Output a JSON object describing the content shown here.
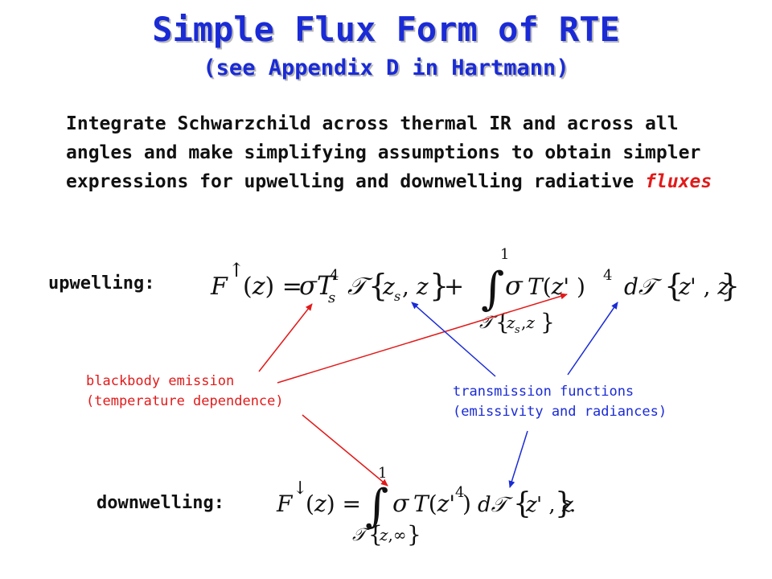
{
  "title": "Simple Flux Form of RTE",
  "subtitle": "(see Appendix D in Hartmann)",
  "intro": {
    "text": "Integrate Schwarzchild across thermal IR and across all angles and make simplifying assumptions to obtain simpler expressions for upwelling and downwelling radiative",
    "highlight": "fluxes"
  },
  "labels": {
    "upwelling": "upwelling:",
    "downwelling": "downwelling:"
  },
  "annotations": {
    "blackbody_line1": "blackbody emission",
    "blackbody_line2": "(temperature dependence)",
    "transmission_line1": "transmission functions",
    "transmission_line2": "(emissivity and radiances)"
  },
  "colors": {
    "title": "#1a2bd6",
    "highlight": "#e21a1a",
    "red_arrow": "#e21a1a",
    "blue_arrow": "#1a2bd6"
  }
}
